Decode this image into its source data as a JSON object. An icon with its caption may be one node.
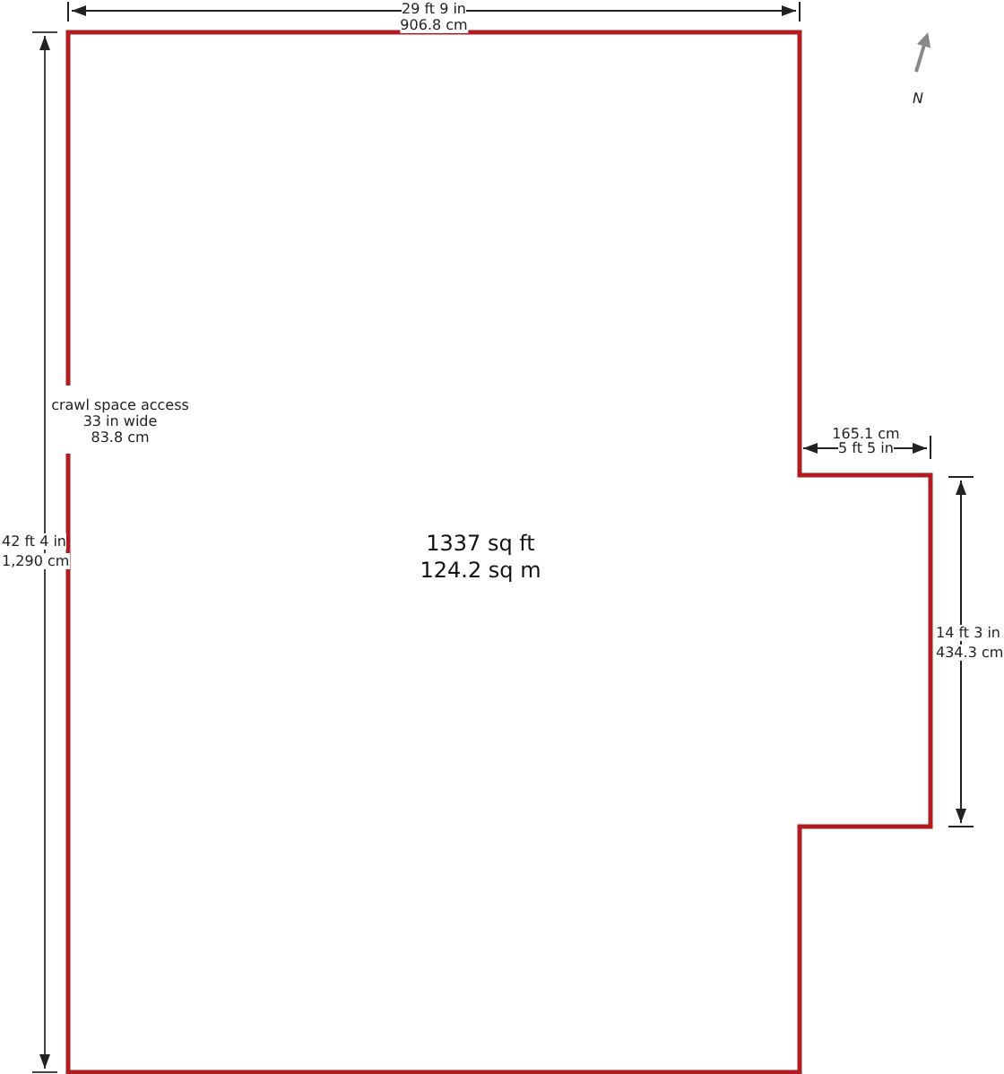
{
  "diagram": {
    "nodes": [
      {
        "text": [
          "1337 sq ft",
          "124.2 sq m"
        ]
      }
    ],
    "labels": [
      "29 ft 9 in",
      "906.8 cm",
      "N",
      "crawl space access",
      "33 in wide",
      "83.8 cm",
      "42 ft 4 in",
      "1,290 cm",
      "165.1 cm",
      "5 ft 5 in",
      "14 ft 3 in",
      "434.3 cm"
    ]
  }
}
